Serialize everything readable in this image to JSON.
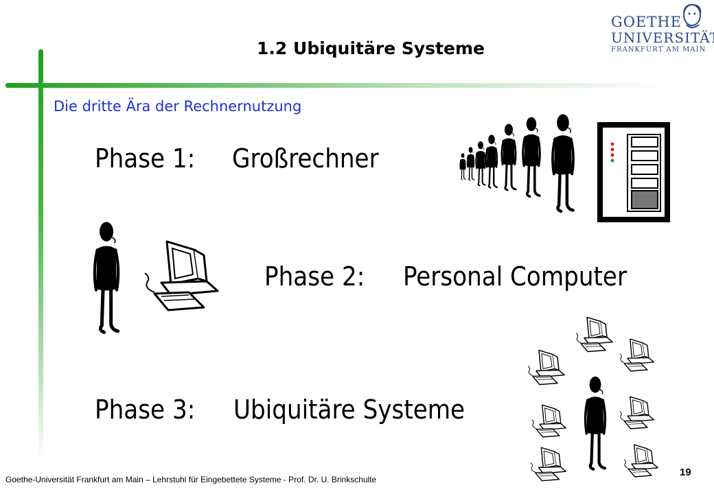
{
  "slide": {
    "title": "1.2 Ubiquitäre Systeme",
    "subtitle": "Die dritte Ära der Rechnernutzung"
  },
  "logo": {
    "line1": "GOETHE",
    "line2": "UNIVERSITÄT",
    "line3": "FRANKFURT AM MAIN",
    "color": "#2b4a8a"
  },
  "phases": [
    {
      "label": "Phase 1:",
      "text": "Großrechner"
    },
    {
      "label": "Phase 2:",
      "text": "Personal Computer"
    },
    {
      "label": "Phase 3:",
      "text": "Ubiquitäre Systeme"
    }
  ],
  "footer": {
    "text": "Goethe-Universität Frankfurt am Main – Lehrstuhl für Eingebettete Systeme - Prof. Dr. U. Brinkschulte",
    "page_number": "19"
  },
  "colors": {
    "accent_green": "#1fa01f",
    "subtitle_blue": "#1f2fd0"
  }
}
